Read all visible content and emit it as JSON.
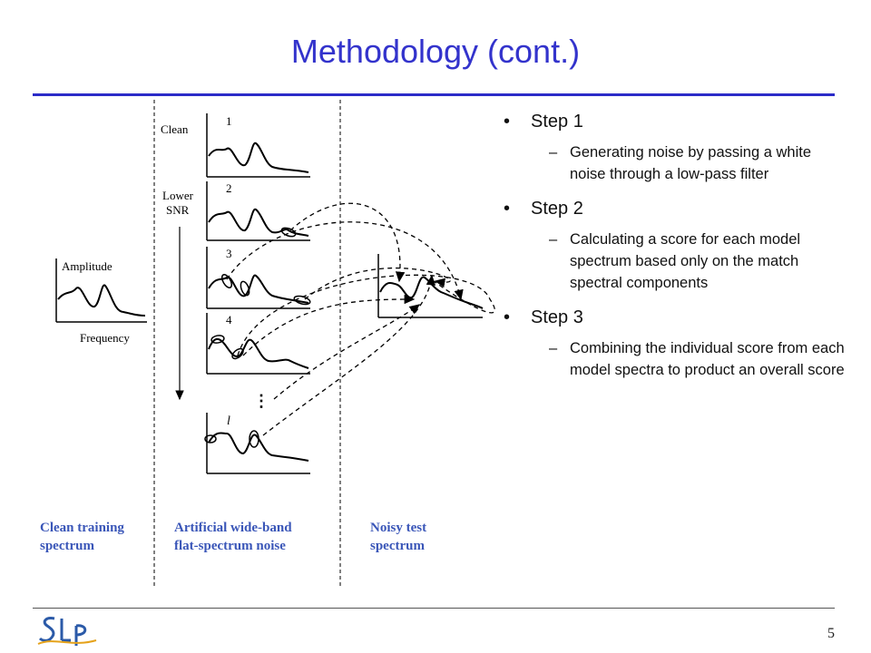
{
  "slide": {
    "title": "Methodology (cont.)",
    "page_number": "5"
  },
  "steps": [
    {
      "label": "Step 1",
      "detail": "Generating noise by passing a white noise through a low-pass filter"
    },
    {
      "label": "Step 2",
      "detail": "Calculating a score for each model spectrum based only on the match spectral components"
    },
    {
      "label": "Step 3",
      "detail": "Combining the individual score from each model spectra to product an overall score"
    }
  ],
  "figure": {
    "amplitude_label": "Amplitude",
    "frequency_label": "Frequency",
    "clean_label": "Clean",
    "lower_snr_line1": "Lower",
    "lower_snr_line2": "SNR",
    "panel_numbers": [
      "1",
      "2",
      "3",
      "4",
      "l"
    ],
    "ellipsis": "⋮",
    "caption_left_line1": "Clean training",
    "caption_left_line2": "spectrum",
    "caption_mid_line1": "Artificial wide-band",
    "caption_mid_line2": "flat-spectrum noise",
    "caption_right_line1": "Noisy test",
    "caption_right_line2": "spectrum",
    "caption_color": "#3a56b8"
  },
  "colors": {
    "title": "#3333cc",
    "rule": "#2b2bc8"
  }
}
